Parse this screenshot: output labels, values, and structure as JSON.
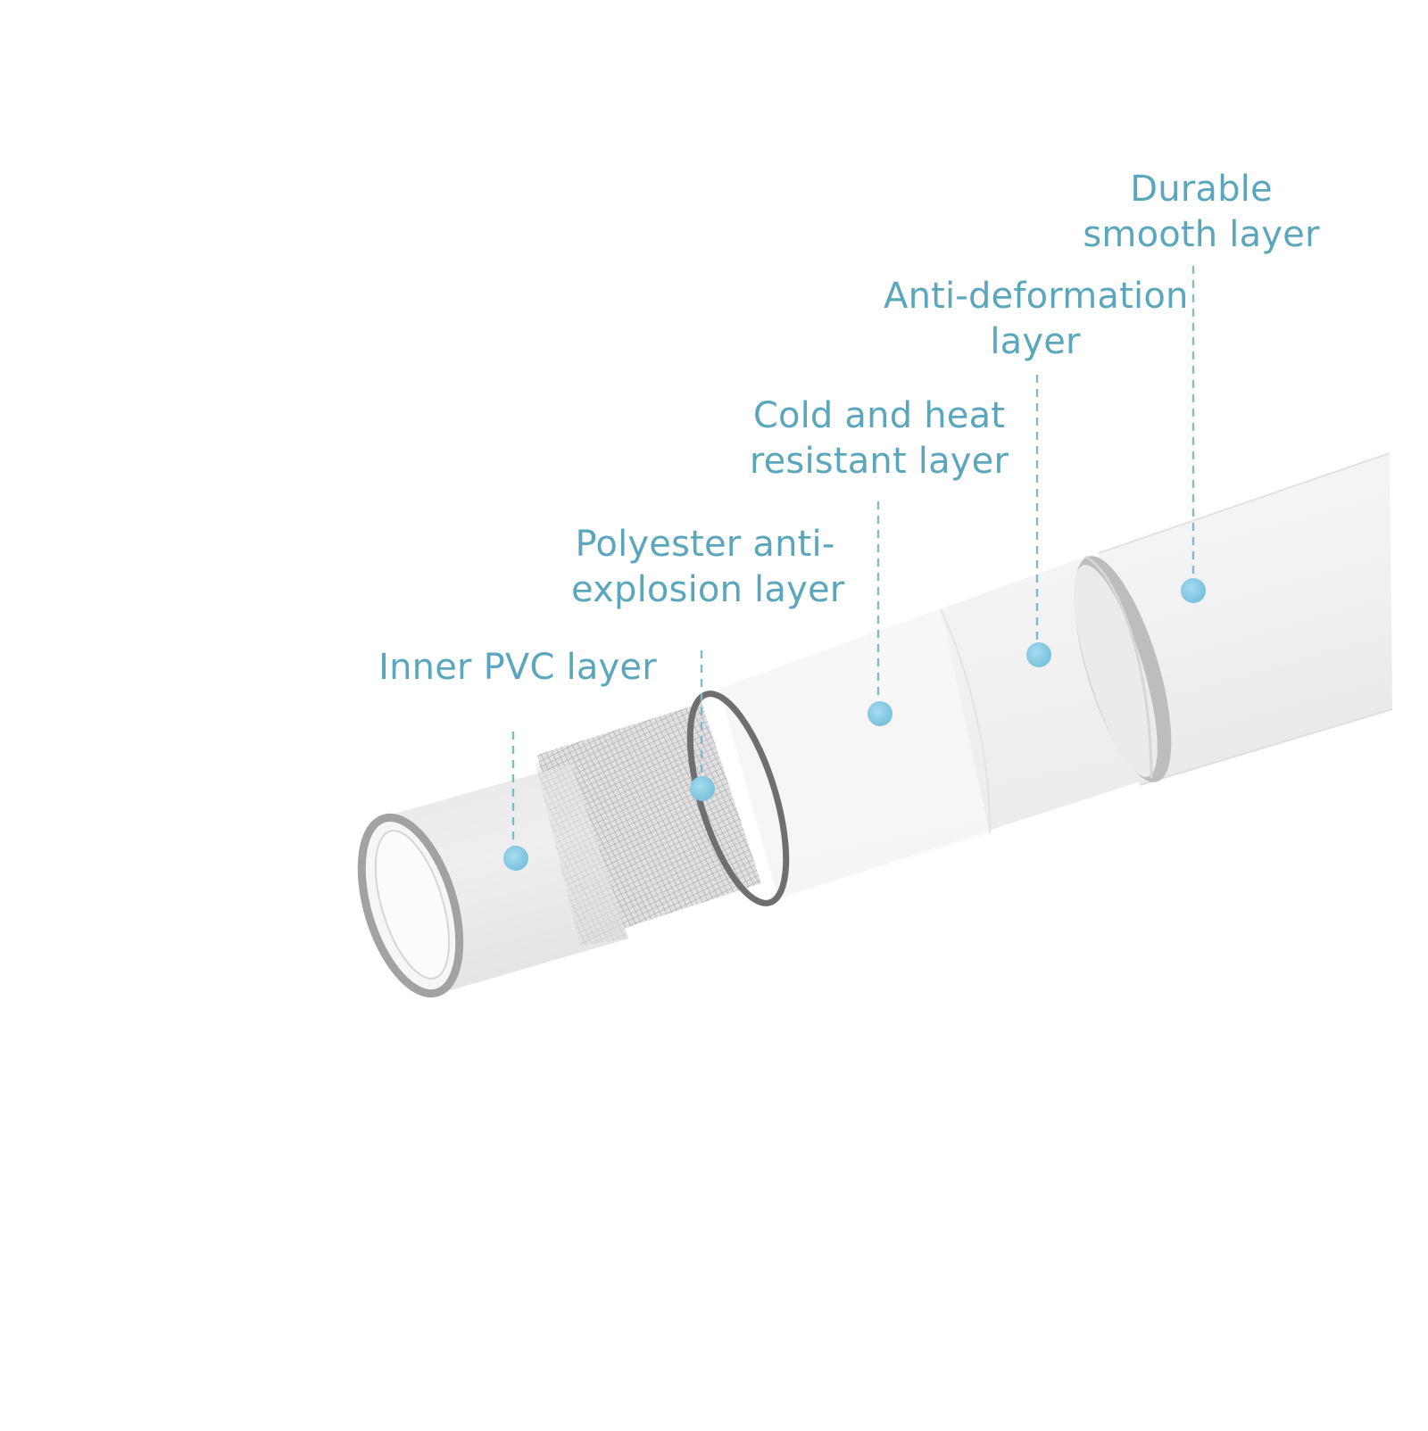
{
  "colors": {
    "label_text": "#5aa7bd",
    "callout_dot": "#7cc3de",
    "leader_line": "#7fb9cc",
    "pipe_white": "#f4f4f4",
    "inner_pvc_rim": "#a7a7a7",
    "ring_gray": "#bdbdbd"
  },
  "layers": [
    {
      "id": "inner_pvc",
      "lines": [
        "Inner PVC layer"
      ]
    },
    {
      "id": "polyester",
      "lines": [
        "Polyester anti-",
        "explosion layer"
      ]
    },
    {
      "id": "cold_heat",
      "lines": [
        "Cold and heat",
        "resistant layer"
      ]
    },
    {
      "id": "anti_deformation",
      "lines": [
        "Anti-deformation",
        "layer"
      ]
    },
    {
      "id": "durable_smooth",
      "lines": [
        "Durable",
        "smooth layer"
      ]
    }
  ]
}
